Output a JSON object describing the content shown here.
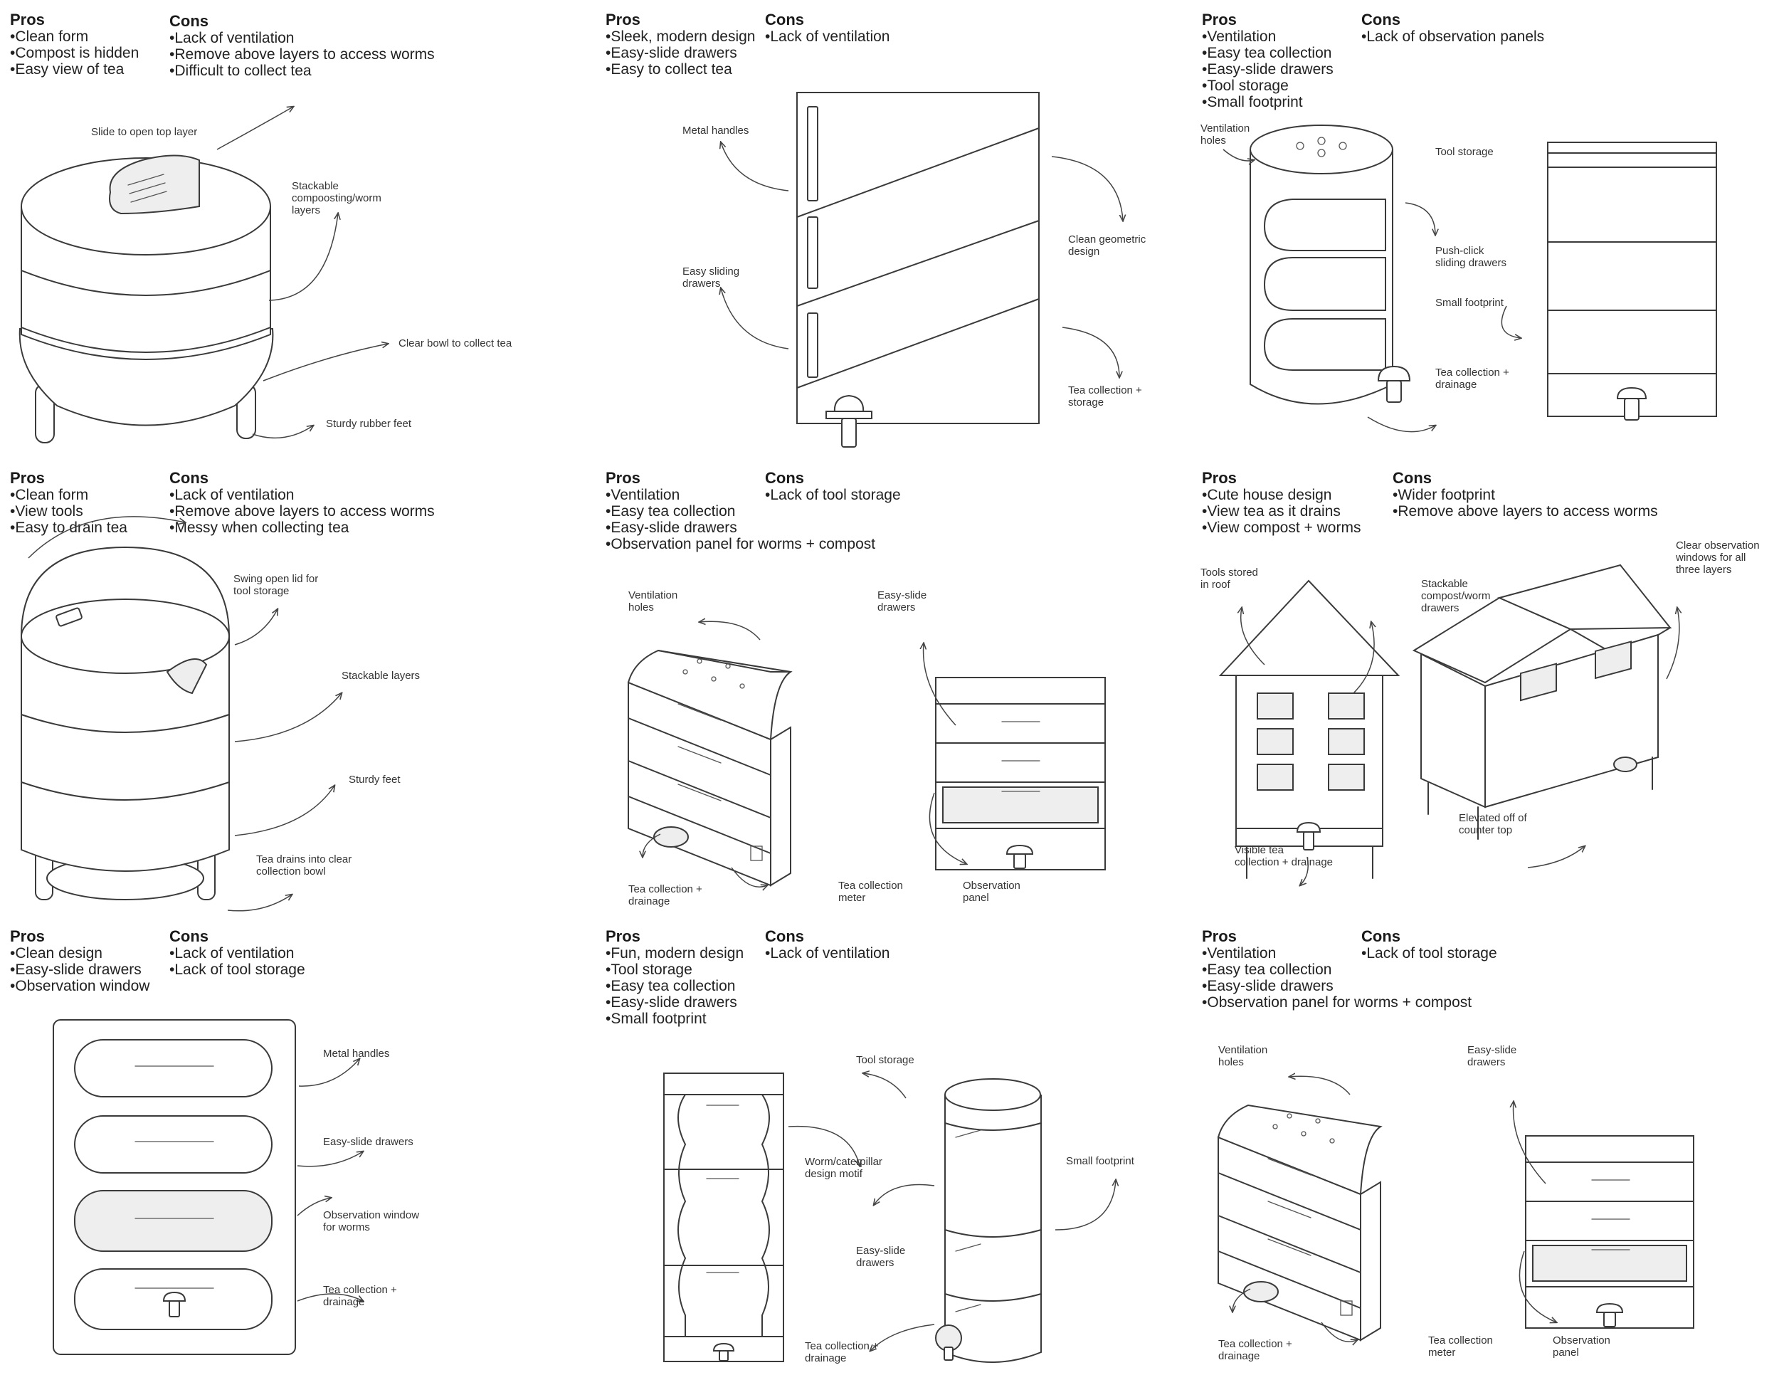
{
  "concepts": [
    {
      "pros_title": "Pros",
      "cons_title": "Cons",
      "pros": [
        "Clean form",
        "Compost is hidden",
        "Easy view of tea"
      ],
      "cons": [
        "Lack of ventilation",
        "Remove above layers to access worms",
        "Difficult to collect tea"
      ],
      "annotations": [
        "Slide to open top layer",
        "Stackable",
        "compoosting/worm",
        "layers",
        "Clear bowl to collect tea",
        "Sturdy rubber feet"
      ]
    },
    {
      "pros_title": "Pros",
      "cons_title": "Cons",
      "pros": [
        "Sleek, modern design",
        "Easy-slide drawers",
        "Easy to collect tea"
      ],
      "cons": [
        "Lack of ventilation"
      ],
      "annotations": [
        "Metal handles",
        "Easy sliding",
        "drawers",
        "Clean geometric",
        "design",
        "Tea collection +",
        "storage"
      ]
    },
    {
      "pros_title": "Pros",
      "cons_title": "Cons",
      "pros": [
        "Ventilation",
        "Easy tea collection",
        "Easy-slide drawers",
        "Tool storage",
        "Small footprint"
      ],
      "cons": [
        "Lack of observation panels"
      ],
      "annotations": [
        "Ventilation",
        "holes",
        "Tool storage",
        "Push-click",
        "sliding drawers",
        "Small footprint",
        "Tea collection +",
        "drainage"
      ]
    },
    {
      "pros_title": "Pros",
      "cons_title": "Cons",
      "pros": [
        "Clean form",
        "View tools",
        "Easy to drain tea"
      ],
      "cons": [
        "Lack of ventilation",
        "Remove above layers to access worms",
        "Messy when collecting tea"
      ],
      "annotations": [
        "Swing open lid for",
        "tool storage",
        "Stackable layers",
        "Sturdy feet",
        "Tea drains into clear",
        "collection bowl"
      ]
    },
    {
      "pros_title": "Pros",
      "cons_title": "Cons",
      "pros": [
        "Ventilation",
        "Easy tea collection",
        "Easy-slide drawers",
        "Observation panel for worms + compost"
      ],
      "cons": [
        "Lack of tool storage"
      ],
      "annotations": [
        "Ventilation",
        "holes",
        "Easy-slide",
        "drawers",
        "Tea collection +",
        "drainage",
        "Tea collection",
        "meter",
        "Observation",
        "panel"
      ]
    },
    {
      "pros_title": "Pros",
      "cons_title": "Cons",
      "pros": [
        "Cute house design",
        "View tea as it drains",
        "View compost + worms"
      ],
      "cons": [
        "Wider footprint",
        "Remove above layers to access worms"
      ],
      "annotations": [
        "Tools stored",
        "in roof",
        "Stackable",
        "compost/worm",
        "drawers",
        "Clear observation",
        "windows for all",
        "three layers",
        "Visible tea",
        "collection + drainage",
        "Elevated off of",
        "counter top"
      ]
    },
    {
      "pros_title": "Pros",
      "cons_title": "Cons",
      "pros": [
        "Clean design",
        "Easy-slide drawers",
        "Observation window"
      ],
      "cons": [
        "Lack of ventilation",
        "Lack of tool storage"
      ],
      "annotations": [
        "Metal handles",
        "Easy-slide drawers",
        "Observation window",
        "for worms",
        "Tea collection +",
        "drainage"
      ]
    },
    {
      "pros_title": "Pros",
      "cons_title": "Cons",
      "pros": [
        "Fun, modern design",
        "Tool storage",
        "Easy tea collection",
        "Easy-slide drawers",
        "Small footprint"
      ],
      "cons": [
        "Lack of ventilation"
      ],
      "annotations": [
        "Tool storage",
        "Worm/caterpillar",
        "design motif",
        "Small footprint",
        "Easy-slide",
        "drawers",
        "Tea collection +",
        "drainage"
      ]
    },
    {
      "pros_title": "Pros",
      "cons_title": "Cons",
      "pros": [
        "Ventilation",
        "Easy tea collection",
        "Easy-slide drawers",
        "Observation panel for worms + compost"
      ],
      "cons": [
        "Lack of tool storage"
      ],
      "annotations": [
        "Ventilation",
        "holes",
        "Easy-slide",
        "drawers",
        "Tea collection +",
        "drainage",
        "Tea collection",
        "meter",
        "Observation",
        "panel"
      ]
    }
  ]
}
